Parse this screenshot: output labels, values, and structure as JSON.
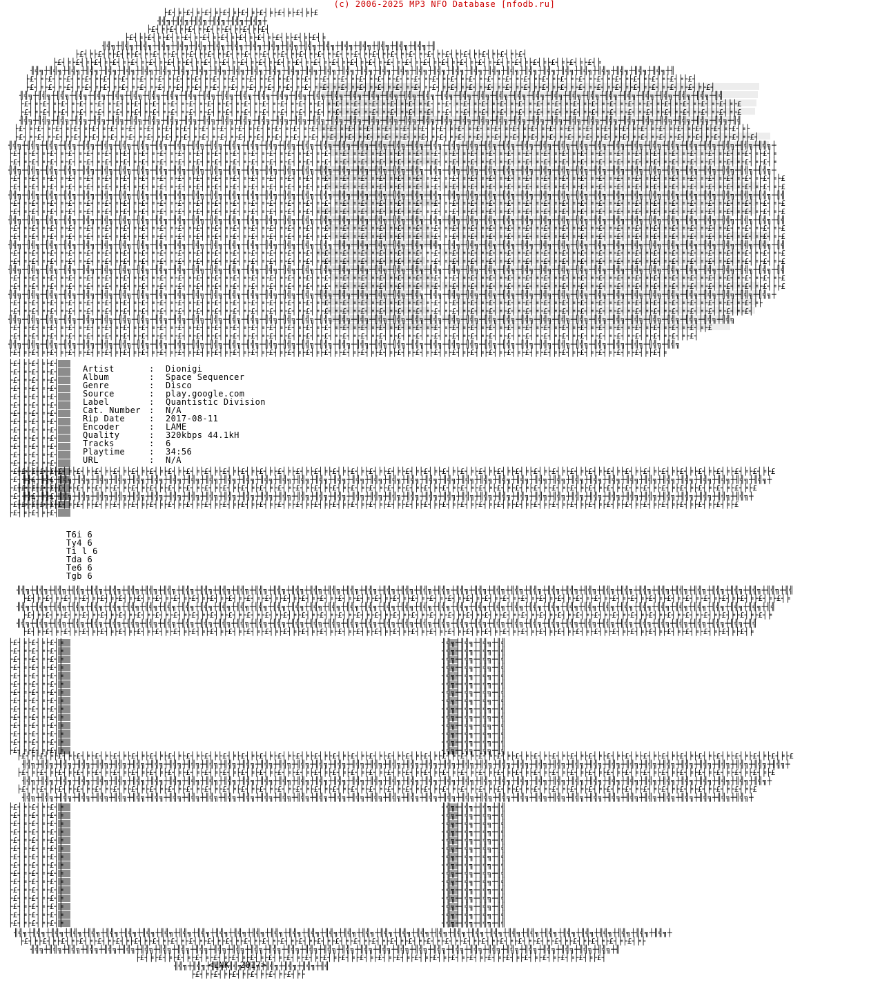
{
  "header": {
    "credit": "(c) 2006-2025 MP3 NFO Database [nfodb.ru]",
    "credit_color": "#cc0000"
  },
  "art": {
    "glyph_primary": "├£┤╞",
    "glyph_secondary": "╢╣╗┼",
    "shade_char": "▒",
    "ink_color": "#000000",
    "paper_color": "#ffffff"
  },
  "info": [
    {
      "label": "Artist",
      "value": "Dionigi"
    },
    {
      "label": "Album",
      "value": "Space Sequencer"
    },
    {
      "label": "Genre",
      "value": "Disco"
    },
    {
      "label": "Source",
      "value": "play.google.com"
    },
    {
      "label": "Label",
      "value": "Quantistic Division"
    },
    {
      "label": "Cat. Number",
      "value": "N/A"
    },
    {
      "label": "Rip Date",
      "value": "2017-08-11"
    },
    {
      "label": "Encoder",
      "value": "LAME"
    },
    {
      "label": "Quality",
      "value": "320kbps 44.1kH"
    },
    {
      "label": "Tracks",
      "value": "6"
    },
    {
      "label": "Playtime",
      "value": "34:56"
    },
    {
      "label": "URL",
      "value": "N/A"
    }
  ],
  "separator": ":",
  "track_lines": [
    "T6i 6",
    "Ty4 6",
    "Ti l 6",
    "Tda 6",
    "Te6 6",
    "Tgb 6"
  ],
  "footer": {
    "credit": "<LNK  2017>"
  }
}
